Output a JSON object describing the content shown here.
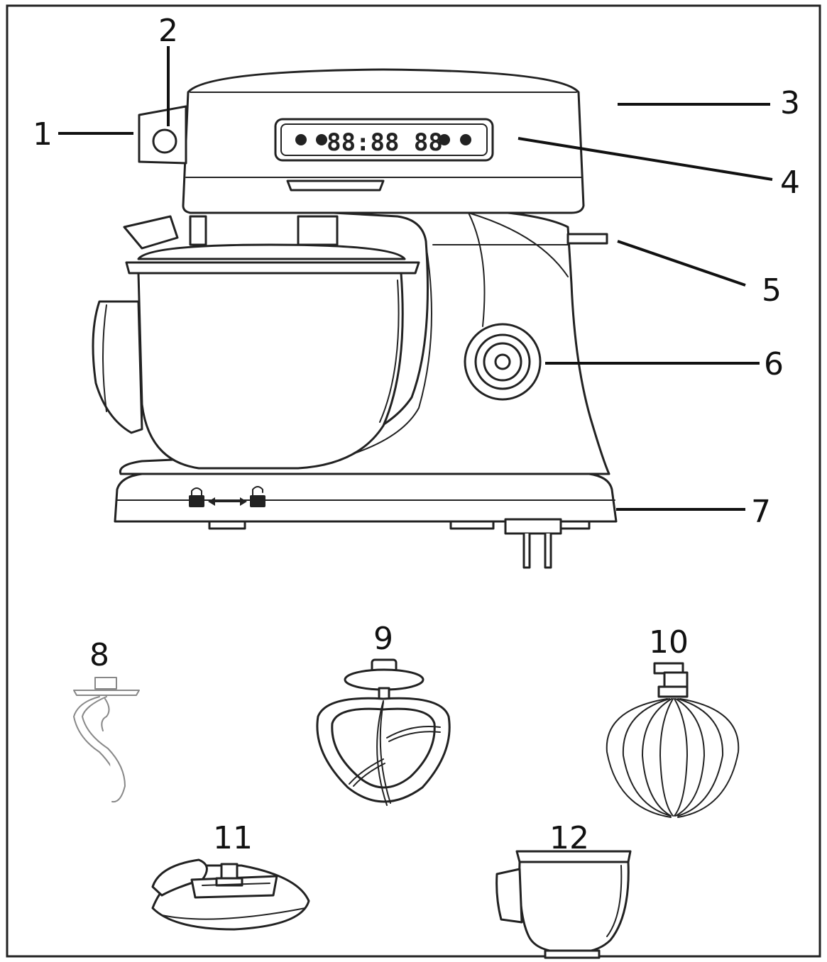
{
  "labels": {
    "l1": "1",
    "l2": "2",
    "l3": "3",
    "l4": "4",
    "l5": "5",
    "l6": "6",
    "l7": "7",
    "l8": "8",
    "l9": "9",
    "l10": "10",
    "l11": "11",
    "l12": "12"
  },
  "display_digits": "88:88 88",
  "lock_symbol": "⇔"
}
